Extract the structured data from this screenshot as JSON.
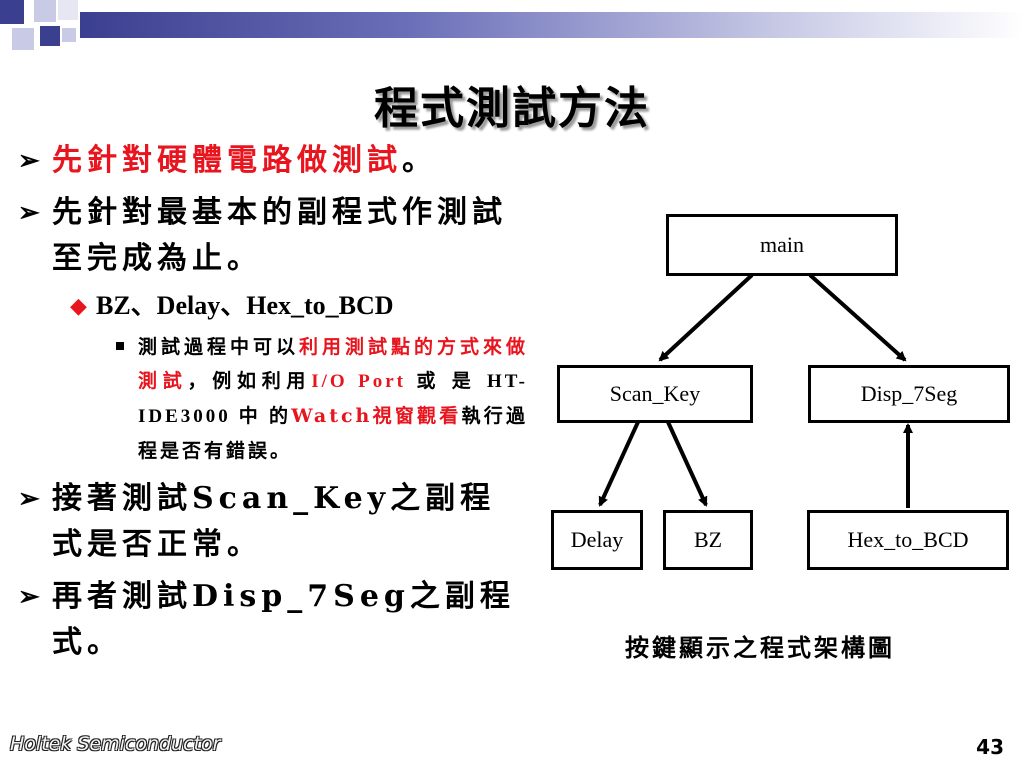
{
  "title": "程式測試方法",
  "bullets": {
    "b1": "先針對硬體電路做測試",
    "b1_suffix": "。",
    "b2": "先針對最基本的副程式作測試至完成為止。",
    "b2_sub": "BZ、Delay、Hex_to_BCD",
    "b2_sub_detail_red1": "利用測試點的方式來做測試",
    "b2_sub_detail_pre": "測試過程中可以",
    "b2_sub_detail_mid": "，例如利用",
    "b2_sub_detail_red2": "I/O Port",
    "b2_sub_detail_mid2": " 或 是 HT-IDE3000 中 的",
    "b2_sub_detail_red3": "Watch視窗觀看",
    "b2_sub_detail_post": "執行過程是否有錯誤。",
    "b3": "接著測試Scan_Key之副程式是否正常。",
    "b4": "再者測試Disp_7Seg之副程式。"
  },
  "diagram": {
    "nodes": {
      "main": "main",
      "scan_key": "Scan_Key",
      "disp_7seg": "Disp_7Seg",
      "delay": "Delay",
      "bz": "BZ",
      "hex_to_bcd": "Hex_to_BCD"
    },
    "caption": "按鍵顯示之程式架構圖"
  },
  "footer": {
    "company": "Holtek Semiconductor",
    "page": "43"
  },
  "colors": {
    "accent_red": "#e8141e",
    "bar_navy": "#3b3f8f"
  }
}
